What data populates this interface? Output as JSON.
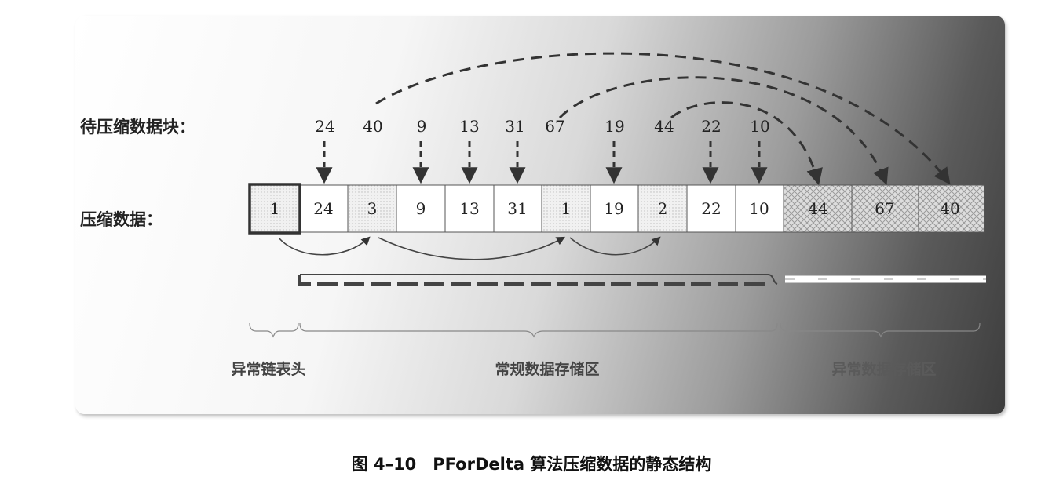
{
  "labels": {
    "input_block": "待压缩数据块：",
    "compressed": "压缩数据：",
    "exception_head": "异常链表头",
    "regular_area": "常规数据存储区",
    "exception_area": "异常数据存储区"
  },
  "input_values": [
    "24",
    "40",
    "9",
    "13",
    "31",
    "67",
    "19",
    "44",
    "22",
    "10"
  ],
  "compressed_cells": [
    {
      "value": "1",
      "kind": "header"
    },
    {
      "value": "24",
      "kind": "regular"
    },
    {
      "value": "3",
      "kind": "exception-link"
    },
    {
      "value": "9",
      "kind": "regular"
    },
    {
      "value": "13",
      "kind": "regular"
    },
    {
      "value": "31",
      "kind": "regular"
    },
    {
      "value": "1",
      "kind": "exception-link"
    },
    {
      "value": "19",
      "kind": "regular"
    },
    {
      "value": "2",
      "kind": "exception-link"
    },
    {
      "value": "22",
      "kind": "regular"
    },
    {
      "value": "10",
      "kind": "regular"
    },
    {
      "value": "44",
      "kind": "exception"
    },
    {
      "value": "67",
      "kind": "exception"
    },
    {
      "value": "40",
      "kind": "exception"
    }
  ],
  "caption": "图 4–10　PForDelta 算法压缩数据的静态结构",
  "colors": {
    "cell_border": "#555555",
    "arrow": "#333333",
    "text": "#222222"
  }
}
